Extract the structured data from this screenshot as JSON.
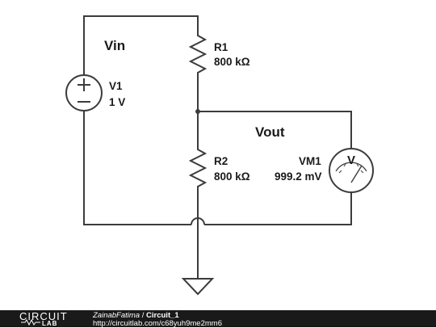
{
  "circuit": {
    "input_label": "Vin",
    "output_label": "Vout",
    "source": {
      "name": "V1",
      "value": "1 V"
    },
    "r1": {
      "name": "R1",
      "value": "800 kΩ"
    },
    "r2": {
      "name": "R2",
      "value": "800 kΩ"
    },
    "meter": {
      "name": "VM1",
      "value": "999.2 mV",
      "symbol": "V"
    }
  },
  "footer": {
    "logo_top": "CIRCUIT",
    "logo_bottom": "LAB",
    "author": "ZainabFatima",
    "separator": " / ",
    "title": "Circuit_1",
    "url": "http://circuitlab.com/c68yuh9me2mm6"
  },
  "colors": {
    "wire": "#3c3c3c",
    "footer_bg": "#1a1a1a",
    "text": "#1a1a1a"
  }
}
